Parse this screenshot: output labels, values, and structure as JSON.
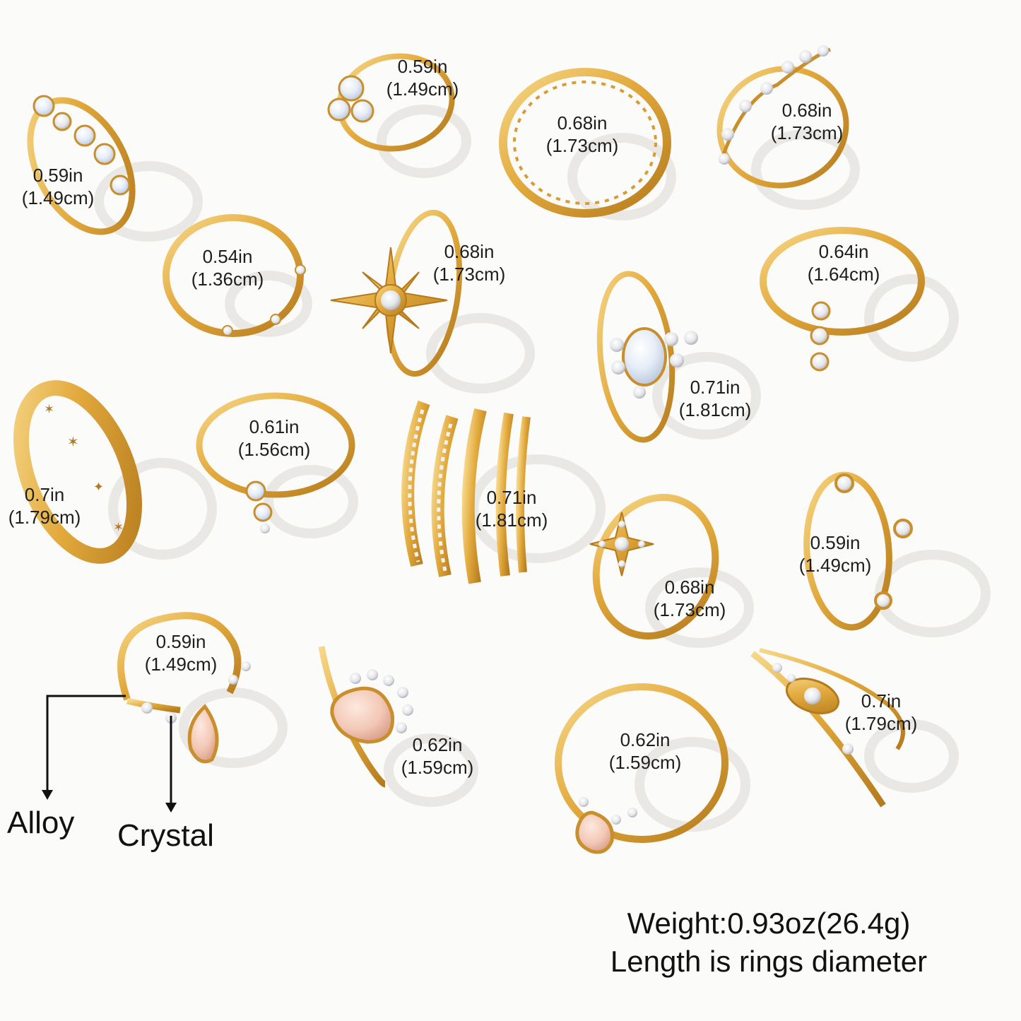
{
  "rings": [
    {
      "id": "pave-band",
      "inch": "0.59in",
      "cm": "(1.49cm)"
    },
    {
      "id": "triangle-opal",
      "inch": "0.59in",
      "cm": "(1.49cm)"
    },
    {
      "id": "crystal-link",
      "inch": "0.68in",
      "cm": "(1.73cm)"
    },
    {
      "id": "wave-crystal",
      "inch": "0.68in",
      "cm": "(1.73cm)"
    },
    {
      "id": "dot-ring",
      "inch": "0.54in",
      "cm": "(1.36cm)"
    },
    {
      "id": "sunburst",
      "inch": "0.68in",
      "cm": "(1.73cm)"
    },
    {
      "id": "moonstone-oval",
      "inch": "0.71in",
      "cm": "(1.81cm)"
    },
    {
      "id": "drop-crystal",
      "inch": "0.64in",
      "cm": "(1.64cm)"
    },
    {
      "id": "star-engraved-band",
      "inch": "0.7in",
      "cm": "(1.79cm)"
    },
    {
      "id": "opal-duo",
      "inch": "0.61in",
      "cm": "(1.56cm)"
    },
    {
      "id": "snake-wrap",
      "inch": "0.71in",
      "cm": "(1.81cm)"
    },
    {
      "id": "north-star",
      "inch": "0.68in",
      "cm": "(1.73cm)"
    },
    {
      "id": "crown-wave",
      "inch": "0.59in",
      "cm": "(1.49cm)"
    },
    {
      "id": "heart-stone-open",
      "inch": "0.59in",
      "cm": "(1.49cm)"
    },
    {
      "id": "pink-pear-fan",
      "inch": "0.62in",
      "cm": "(1.59cm)"
    },
    {
      "id": "pink-heart-solitaire",
      "inch": "0.62in",
      "cm": "(1.59cm)"
    },
    {
      "id": "evil-eye",
      "inch": "0.7in",
      "cm": "(1.79cm)"
    }
  ],
  "materials": {
    "alloy": "Alloy",
    "crystal": "Crystal"
  },
  "info": {
    "weight": "Weight:0.93oz(26.4g)",
    "length_note": "Length is rings diameter"
  },
  "colors": {
    "gold": "#e2a93c",
    "gold_light": "#f7d88a",
    "gold_dark": "#b47a1d",
    "crystal": "#f2f2f4",
    "opal": "#e9eef6",
    "pink_stone": "#f3c8b6",
    "shadow": "#e6e4e0"
  }
}
